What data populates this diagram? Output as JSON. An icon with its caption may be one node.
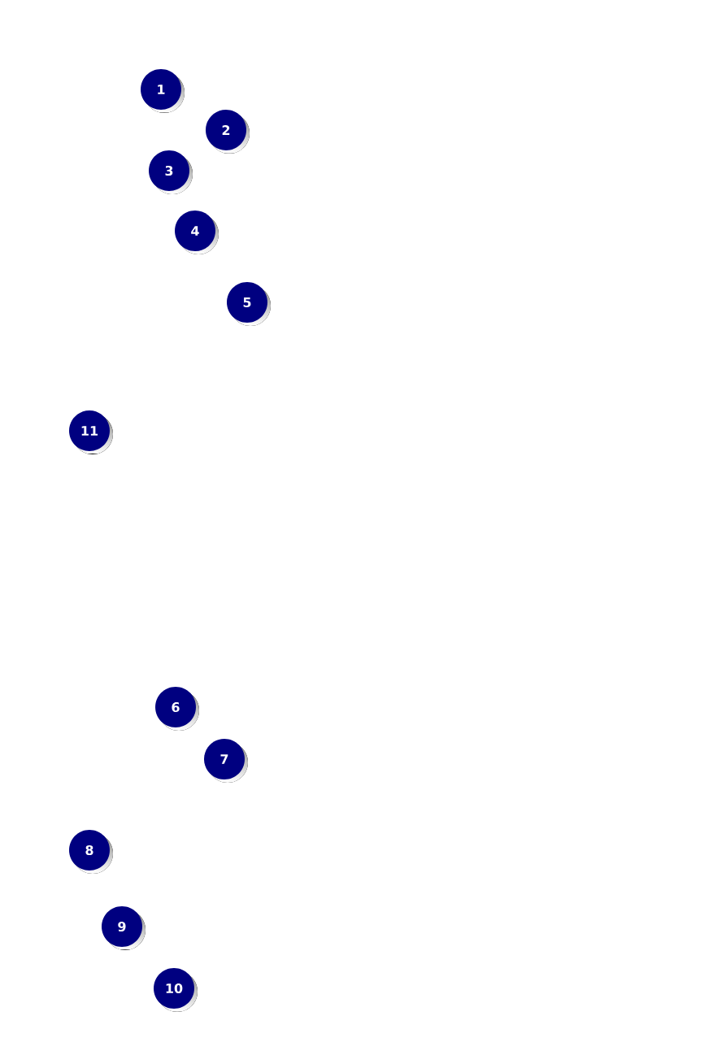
{
  "diagram": {
    "labels": [
      "1",
      "2",
      "3",
      "4",
      "5",
      "11",
      "6",
      "7",
      "8",
      "9",
      "10"
    ]
  }
}
